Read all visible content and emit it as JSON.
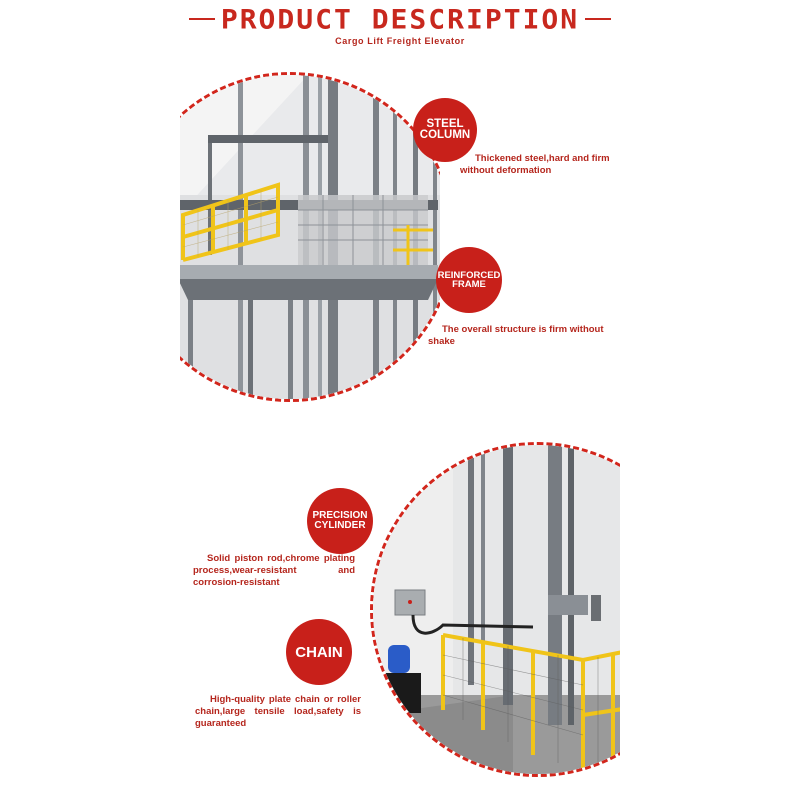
{
  "header": {
    "title": "PRODUCT DESCRIPTION",
    "subtitle": "Cargo Lift Freight Elevator"
  },
  "colors": {
    "accent_red": "#c8201a",
    "text_red": "#b5261d",
    "rail_yellow": "#f0c419",
    "steel_gray": "#6f747a"
  },
  "features": [
    {
      "badge": "STEEL\nCOLUMN",
      "badge_line1": "STEEL",
      "badge_line2": "COLUMN",
      "description": "Thickened steel,hard and firm without deformation"
    },
    {
      "badge_line1": "REINFORCED",
      "badge_line2": "FRAME",
      "description": "The overall structure is firm without shake"
    },
    {
      "badge_line1": "PRECISION",
      "badge_line2": "CYLINDER",
      "description": "Solid piston rod,chrome plating process,wear-resistant and corrosion-resistant"
    },
    {
      "badge_line1": "CHAIN",
      "badge_line2": "",
      "description": "High-quality plate chain or roller chain,large tensile load,safety is guaranteed"
    }
  ],
  "images": {
    "top": "elevator-platform-photo",
    "bottom": "hydraulic-lift-installation-photo"
  }
}
